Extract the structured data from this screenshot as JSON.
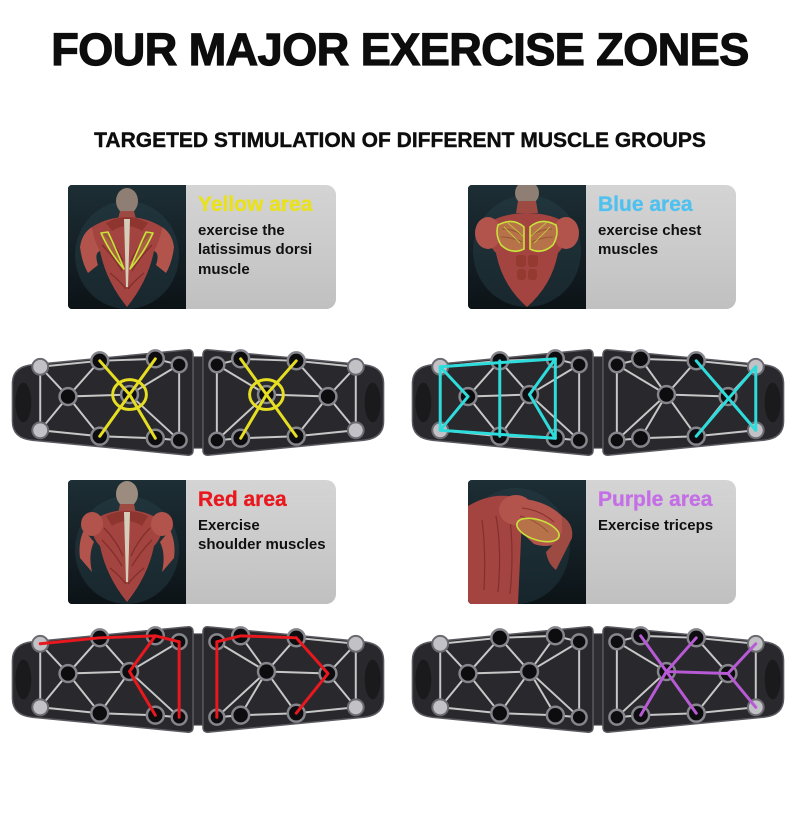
{
  "page": {
    "title": "FOUR MAJOR EXERCISE ZONES",
    "subtitle": "TARGETED STIMULATION OF DIFFERENT MUSCLE GROUPS"
  },
  "sections": [
    {
      "id": "yellow",
      "area_label": "Yellow area",
      "description": "exercise the latissimus dorsi muscle",
      "label_color": "#e9e11c",
      "line_color": "#e6de22",
      "muscle_image": "back-lats"
    },
    {
      "id": "blue",
      "area_label": "Blue area",
      "description": "exercise chest muscles",
      "label_color": "#4fc1ef",
      "line_color": "#2edcdc",
      "muscle_image": "chest"
    },
    {
      "id": "red",
      "area_label": "Red area",
      "description": "Exercise shoulder muscles",
      "label_color": "#e8181e",
      "line_color": "#e8181e",
      "muscle_image": "back-shoulders"
    },
    {
      "id": "purple",
      "area_label": "Purple area",
      "description": "Exercise triceps",
      "label_color": "#c46fe6",
      "line_color": "#b85ad6",
      "muscle_image": "arm-triceps"
    }
  ],
  "board": {
    "base_color": "#29292d",
    "line_color": "#d9d9d9"
  }
}
